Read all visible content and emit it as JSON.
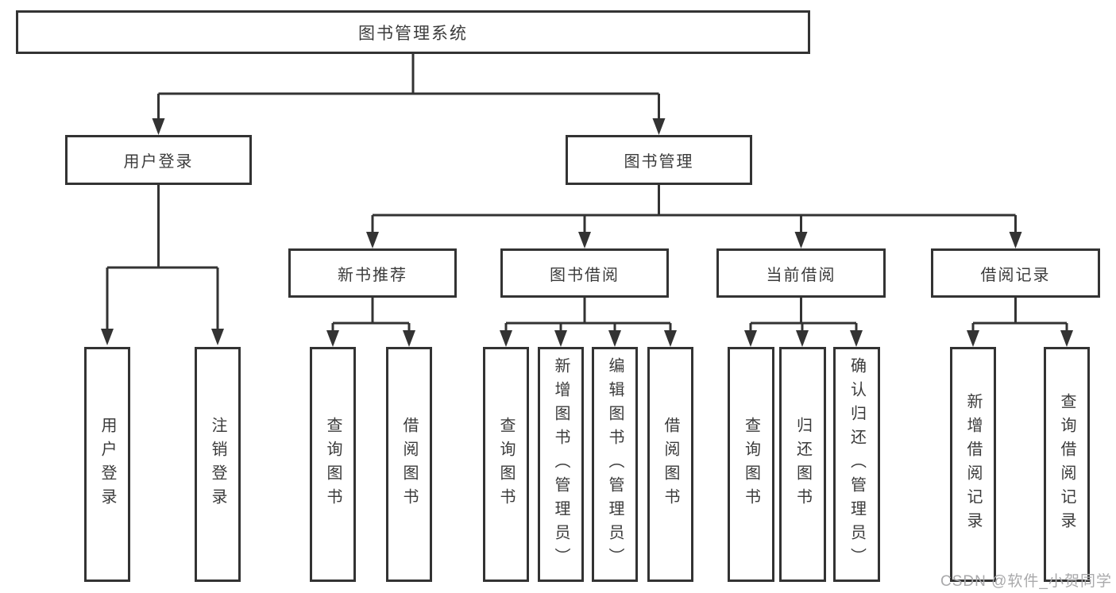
{
  "root": {
    "label": "图书管理系统"
  },
  "level1": [
    {
      "label": "用户登录"
    },
    {
      "label": "图书管理"
    }
  ],
  "level2": [
    {
      "label": "新书推荐"
    },
    {
      "label": "图书借阅"
    },
    {
      "label": "当前借阅"
    },
    {
      "label": "借阅记录"
    }
  ],
  "leaves": {
    "login": [
      {
        "label": "用户登录"
      },
      {
        "label": "注销登录"
      }
    ],
    "recommend": [
      {
        "label": "查询图书"
      },
      {
        "label": "借阅图书"
      }
    ],
    "borrow": [
      {
        "label": "查询图书"
      },
      {
        "label": "新增图书（管理员）"
      },
      {
        "label": "编辑图书（管理员）"
      },
      {
        "label": "借阅图书"
      }
    ],
    "current": [
      {
        "label": "查询图书"
      },
      {
        "label": "归还图书"
      },
      {
        "label": "确认归还（管理员）"
      }
    ],
    "records": [
      {
        "label": "新增借阅记录"
      },
      {
        "label": "查询借阅记录"
      }
    ]
  },
  "watermark": "CSDN @软件_小贺同学",
  "colors": {
    "line": "#333333",
    "text": "#3b3b3b",
    "watermark": "#a9a9ab",
    "background": "#ffffff"
  }
}
